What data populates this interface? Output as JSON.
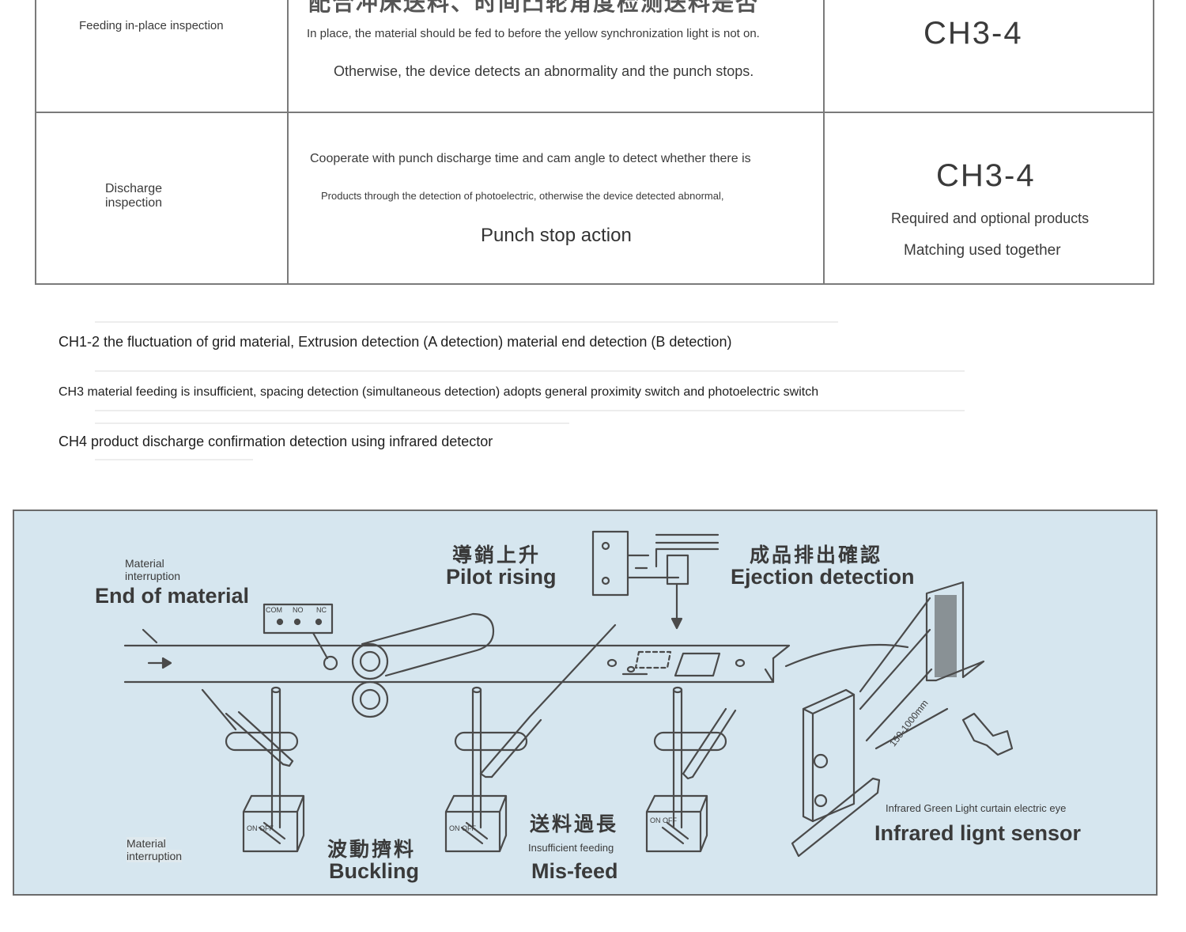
{
  "table": {
    "clipped_header_cn": "配合冲床送料、时间凸轮角度检测送料是否",
    "rows": [
      {
        "item": "Feeding in-place inspection",
        "desc_lines": [
          "In place, the material should be fed to before the yellow synchronization light is not on.",
          "Otherwise, the device detects an abnormality and the punch stops."
        ],
        "channel": "CH3-4",
        "remarks": []
      },
      {
        "item_lines": [
          "Discharge",
          "inspection"
        ],
        "desc_lines": [
          "Cooperate with punch discharge time and cam angle to detect whether there is",
          "Products through the detection of photoelectric, otherwise the device detected abnormal,",
          "Punch stop action"
        ],
        "channel": "CH3-4",
        "remarks": [
          "Required and optional products",
          "Matching used together"
        ]
      }
    ]
  },
  "notes": [
    "CH1-2 the fluctuation of grid material, Extrusion detection (A detection) material end detection (B detection)",
    "CH3 material feeding is insufficient, spacing detection (simultaneous detection) adopts general proximity switch and photoelectric switch",
    "CH4 product discharge confirmation detection using infrared detector"
  ],
  "diagram": {
    "labels": {
      "material_interruption_top": [
        "Material",
        "interruption"
      ],
      "end_of_material": "End of material",
      "pilot_rising_cn": "導銷上升",
      "pilot_rising": "Pilot rising",
      "ejection_cn": "成品排出確認",
      "ejection_detection": "Ejection detection",
      "material_interruption_bottom": [
        "Material",
        "interruption"
      ],
      "buckling_cn": "波動擠料",
      "buckling": "Buckling",
      "misfeed_cn": "送料過長",
      "insufficient_feeding": "Insufficient feeding",
      "misfeed": "Mis-feed",
      "infrared_curtain": "Infrared Green Light curtain electric eye",
      "infrared_sensor": "Infrared lignt sensor",
      "switch_com": "COM",
      "switch_no": "NO",
      "switch_nc": "NC",
      "on_off": "ON OFF",
      "distance": "150-1000mm"
    }
  }
}
